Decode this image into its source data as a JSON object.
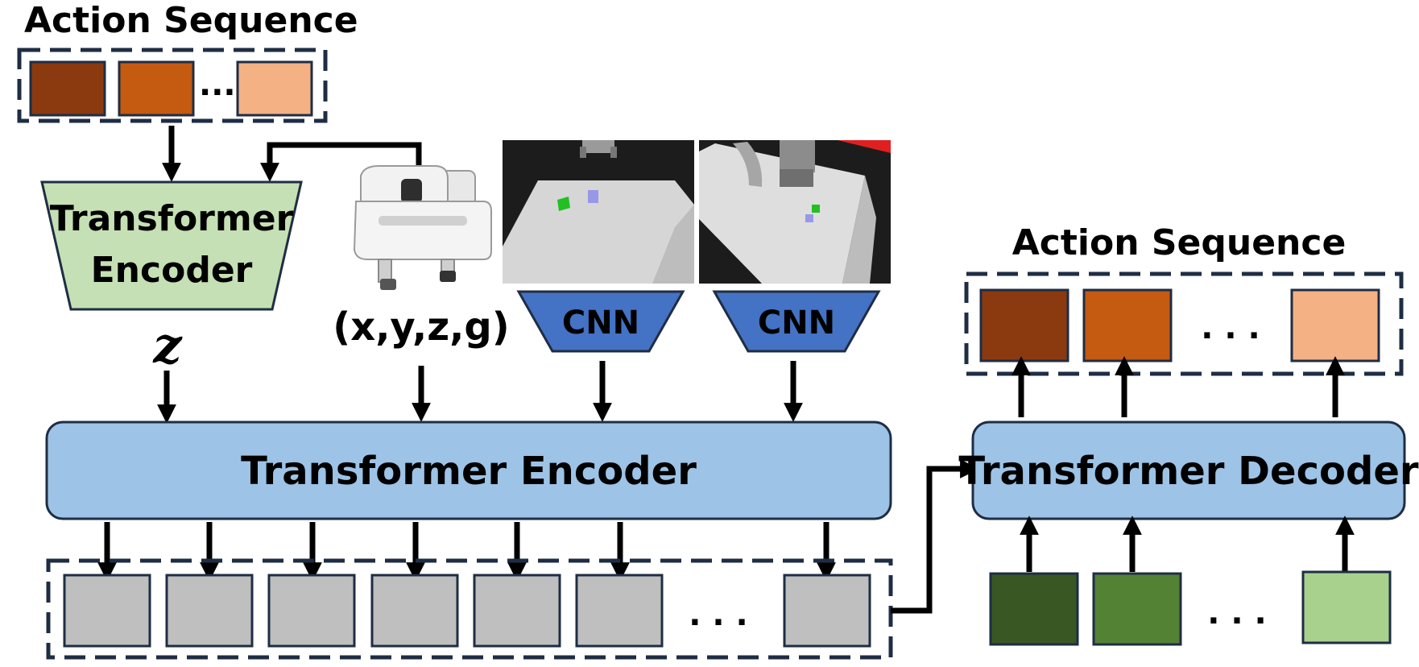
{
  "top_left": {
    "title": "Action Sequence",
    "ellipsis": "...",
    "token_colors": [
      "#8b3a0f",
      "#c55a11",
      "#f4b183"
    ]
  },
  "small_encoder": {
    "line1": "Transformer",
    "line2": "Encoder",
    "fill": "#c5e0b4"
  },
  "latent_label": "z",
  "proprio_label": "(x,y,z,g)",
  "cnn_labels": [
    "CNN",
    "CNN"
  ],
  "cnn_fill": "#4472c4",
  "main_encoder": {
    "label": "Transformer Encoder",
    "fill": "#9dc3e6"
  },
  "decoder": {
    "label": "Transformer Decoder",
    "fill": "#9dc3e6"
  },
  "output_sequence": {
    "title": "Action Sequence",
    "ellipsis": ". . .",
    "token_colors": [
      "#8b3a0f",
      "#c55a11",
      "#f4b183"
    ]
  },
  "encoder_outputs": {
    "ellipsis": ". . .",
    "token_color": "#bfbfbf"
  },
  "decoder_queries": {
    "ellipsis": ". . .",
    "token_colors": [
      "#385723",
      "#548235",
      "#a9d18e"
    ]
  }
}
